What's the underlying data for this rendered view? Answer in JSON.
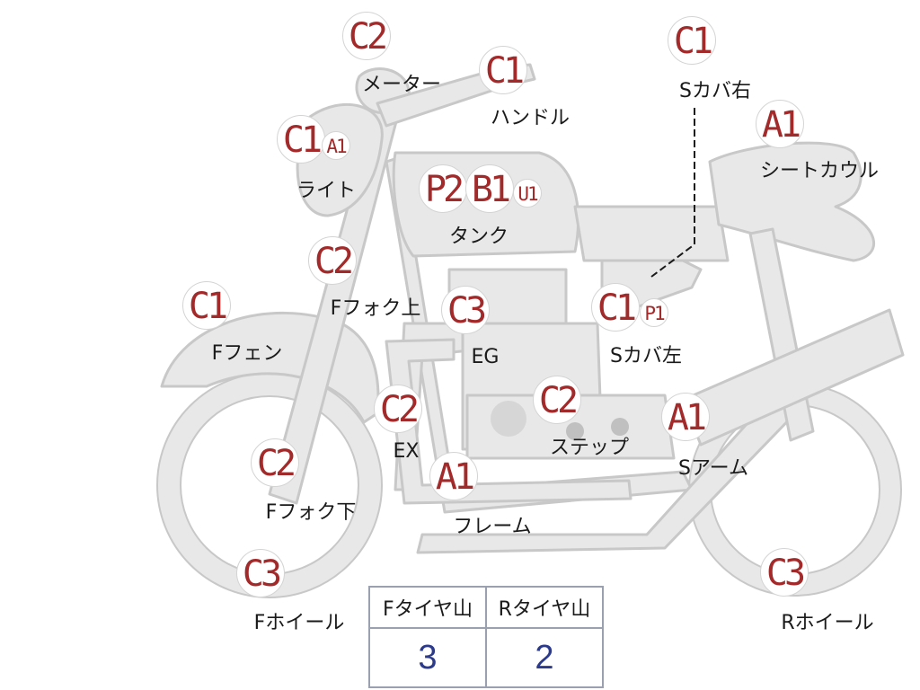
{
  "parts": [
    {
      "id": "meter",
      "grade": "C2",
      "label": "メーター"
    },
    {
      "id": "handle",
      "grade": "C1",
      "label": "ハンドル"
    },
    {
      "id": "light",
      "grade": "C1",
      "sub": "A1",
      "label": "ライト"
    },
    {
      "id": "tank",
      "grade": "P2",
      "grade2": "B1",
      "sub": "U1",
      "label": "タンク"
    },
    {
      "id": "ffork-upper",
      "grade": "C2",
      "label": "Fフォク上"
    },
    {
      "id": "ffender",
      "grade": "C1",
      "label": "Fフェン"
    },
    {
      "id": "engine",
      "grade": "C3",
      "label": "EG"
    },
    {
      "id": "exhaust",
      "grade": "C2",
      "label": "EX"
    },
    {
      "id": "ffork-lower",
      "grade": "C2",
      "label": "Fフォク下"
    },
    {
      "id": "fwheel",
      "grade": "C3",
      "label": "Fホイール"
    },
    {
      "id": "frame",
      "grade": "A1",
      "label": "フレーム"
    },
    {
      "id": "step",
      "grade": "C2",
      "label": "ステップ"
    },
    {
      "id": "scover-left",
      "grade": "C1",
      "sub": "P1",
      "label": "Sカバ左"
    },
    {
      "id": "scover-right",
      "grade": "C1",
      "label": "Sカバ右"
    },
    {
      "id": "seat-cowl",
      "grade": "A1",
      "label": "シートカウル"
    },
    {
      "id": "swingarm",
      "grade": "A1",
      "label": "Sアーム"
    },
    {
      "id": "rwheel",
      "grade": "C3",
      "label": "Rホイール"
    }
  ],
  "tire_table": {
    "headers": [
      "Fタイヤ山",
      "Rタイヤ山"
    ],
    "values": [
      "3",
      "2"
    ]
  },
  "colors": {
    "grade": "#a32a2a",
    "body_fill": "#e8e8e8",
    "body_stroke": "#c8c8c8",
    "table_value": "#2c3a8c"
  }
}
